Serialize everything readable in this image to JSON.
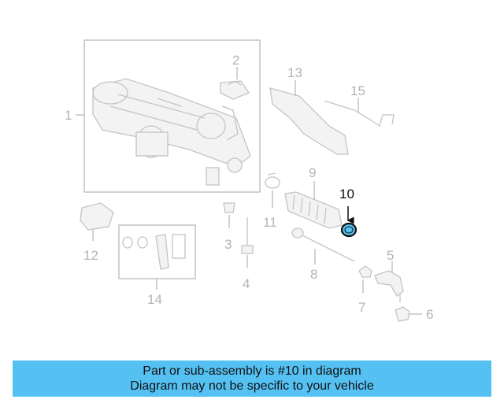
{
  "diagram": {
    "highlighted_part": "10",
    "highlight_color": "#55c1f3",
    "callouts": [
      "1",
      "2",
      "3",
      "4",
      "5",
      "6",
      "7",
      "8",
      "9",
      "10",
      "11",
      "12",
      "13",
      "14",
      "15"
    ]
  },
  "banner": {
    "line1": "Part or sub-assembly is #10 in diagram",
    "line2": "Diagram may not be specific to your vehicle",
    "background": "#55c1f3"
  }
}
